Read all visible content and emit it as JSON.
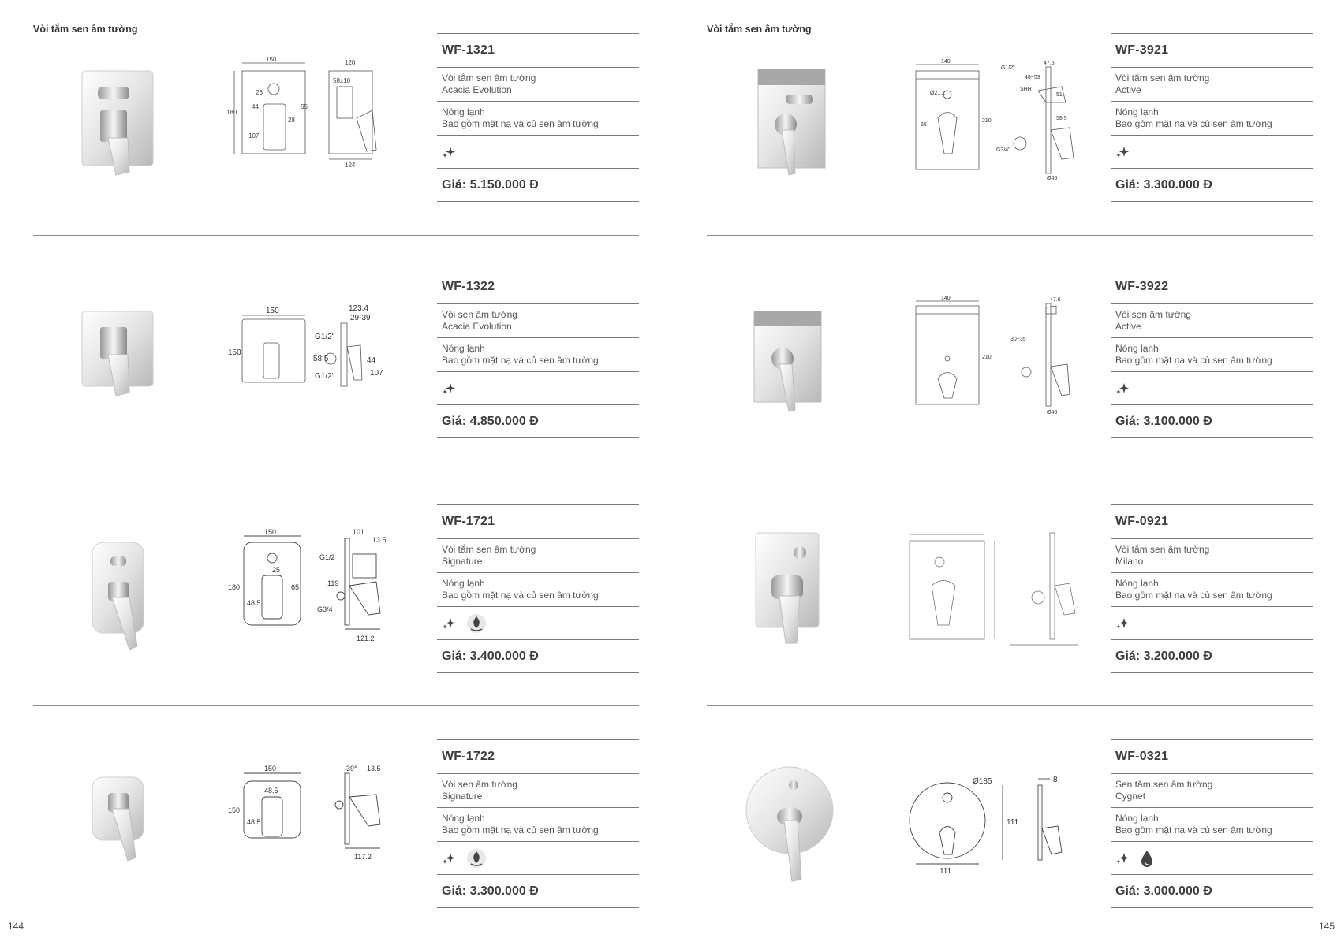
{
  "left_page": {
    "section_title": "Vòi tắm sen âm tường",
    "page_number": "144",
    "products": [
      {
        "code": "WF-1321",
        "desc_line1": "Vòi tắm sen âm tường",
        "desc_line2": "Acacia Evolution",
        "feat_line1": "Nóng lạnh",
        "feat_line2": "Bao gồm mặt nạ và củ sen âm tường",
        "icons": [
          "sparkle-icon"
        ],
        "price": "Giá: 5.150.000 Đ",
        "dims": {
          "width": "150",
          "depth": "120",
          "height": "180",
          "a": "26",
          "b": "44",
          "c": "65",
          "d": "28",
          "e": "107",
          "f": "58±10",
          "g": "124"
        }
      },
      {
        "code": "WF-1322",
        "desc_line1": "Vòi sen âm tường",
        "desc_line2": "Acacia Evolution",
        "feat_line1": "Nóng lạnh",
        "feat_line2": "Bao gồm mặt nạ và củ sen âm tường",
        "icons": [
          "sparkle-icon"
        ],
        "price": "Giá: 4.850.000 Đ",
        "dims": {
          "width": "150",
          "height": "150",
          "a": "123.4",
          "b": "29-39",
          "c": "G1/2\"",
          "d": "58.5",
          "e": "G1/2\"",
          "f": "44",
          "g": "107"
        }
      },
      {
        "code": "WF-1721",
        "desc_line1": "Vòi tắm sen âm tường",
        "desc_line2": "Signature",
        "feat_line1": "Nóng lạnh",
        "feat_line2": "Bao gồm mặt nạ và củ sen âm tường",
        "icons": [
          "sparkle-icon",
          "eco-flow-icon"
        ],
        "price": "Giá: 3.400.000 Đ",
        "dims": {
          "width": "150",
          "height": "180",
          "a": "101",
          "b": "13.5",
          "c": "G1/2",
          "d": "G3/4",
          "e": "48.5",
          "f": "65",
          "g": "119",
          "h": "121.2",
          "i": "25"
        }
      },
      {
        "code": "WF-1722",
        "desc_line1": "Vòi sen âm tường",
        "desc_line2": "Signature",
        "feat_line1": "Nóng lạnh",
        "feat_line2": "Bao gồm mặt nạ và củ sen âm tường",
        "icons": [
          "sparkle-icon",
          "eco-flow-icon"
        ],
        "price": "Giá: 3.300.000 Đ",
        "dims": {
          "width": "150",
          "height": "150",
          "a": "48.5",
          "b": "39°",
          "c": "13.5",
          "d": "48.5",
          "e": "117.2"
        }
      }
    ]
  },
  "right_page": {
    "section_title": "Vòi tắm sen âm tường",
    "page_number": "145",
    "products": [
      {
        "code": "WF-3921",
        "desc_line1": "Vòi tắm sen âm tường",
        "desc_line2": "Active",
        "feat_line1": "Nóng lạnh",
        "feat_line2": "Bao gồm mặt nạ và củ sen âm tường",
        "icons": [
          "sparkle-icon"
        ],
        "price": "Giá: 3.300.000 Đ",
        "dims": {
          "width": "140",
          "height": "210",
          "a": "Ø21.2",
          "b": "65",
          "c": "G1/2\"",
          "d": "47.6",
          "e": "48~53",
          "f": "51",
          "g": "58.5",
          "h": "SHR",
          "i": "G3/4\"",
          "j": "Ø46"
        }
      },
      {
        "code": "WF-3922",
        "desc_line1": "Vòi sen âm tường",
        "desc_line2": "Active",
        "feat_line1": "Nóng lạnh",
        "feat_line2": "Bao gồm mặt nạ và củ sen âm tường",
        "icons": [
          "sparkle-icon"
        ],
        "price": "Giá: 3.100.000 Đ",
        "dims": {
          "width": "140",
          "height": "210",
          "a": "47.6",
          "b": "30~35",
          "c": "Ø46"
        }
      },
      {
        "code": "WF-0921",
        "desc_line1": "Vòi tắm sen âm tường",
        "desc_line2": "Milano",
        "feat_line1": "Nóng lạnh",
        "feat_line2": "Bao gồm mặt nạ và củ sen âm tường",
        "icons": [
          "sparkle-icon"
        ],
        "price": "Giá: 3.200.000 Đ",
        "dims": {}
      },
      {
        "code": "WF-0321",
        "desc_line1": "Sen tắm sen âm tường",
        "desc_line2": "Cygnet",
        "feat_line1": "Nóng lạnh",
        "feat_line2": "Bao gồm mặt nạ và củ sen âm tường",
        "icons": [
          "sparkle-icon",
          "water-drop-icon"
        ],
        "price": "Giá: 3.000.000 Đ",
        "dims": {
          "a": "Ø185",
          "b": "8",
          "c": "111",
          "d": "111"
        }
      }
    ]
  }
}
